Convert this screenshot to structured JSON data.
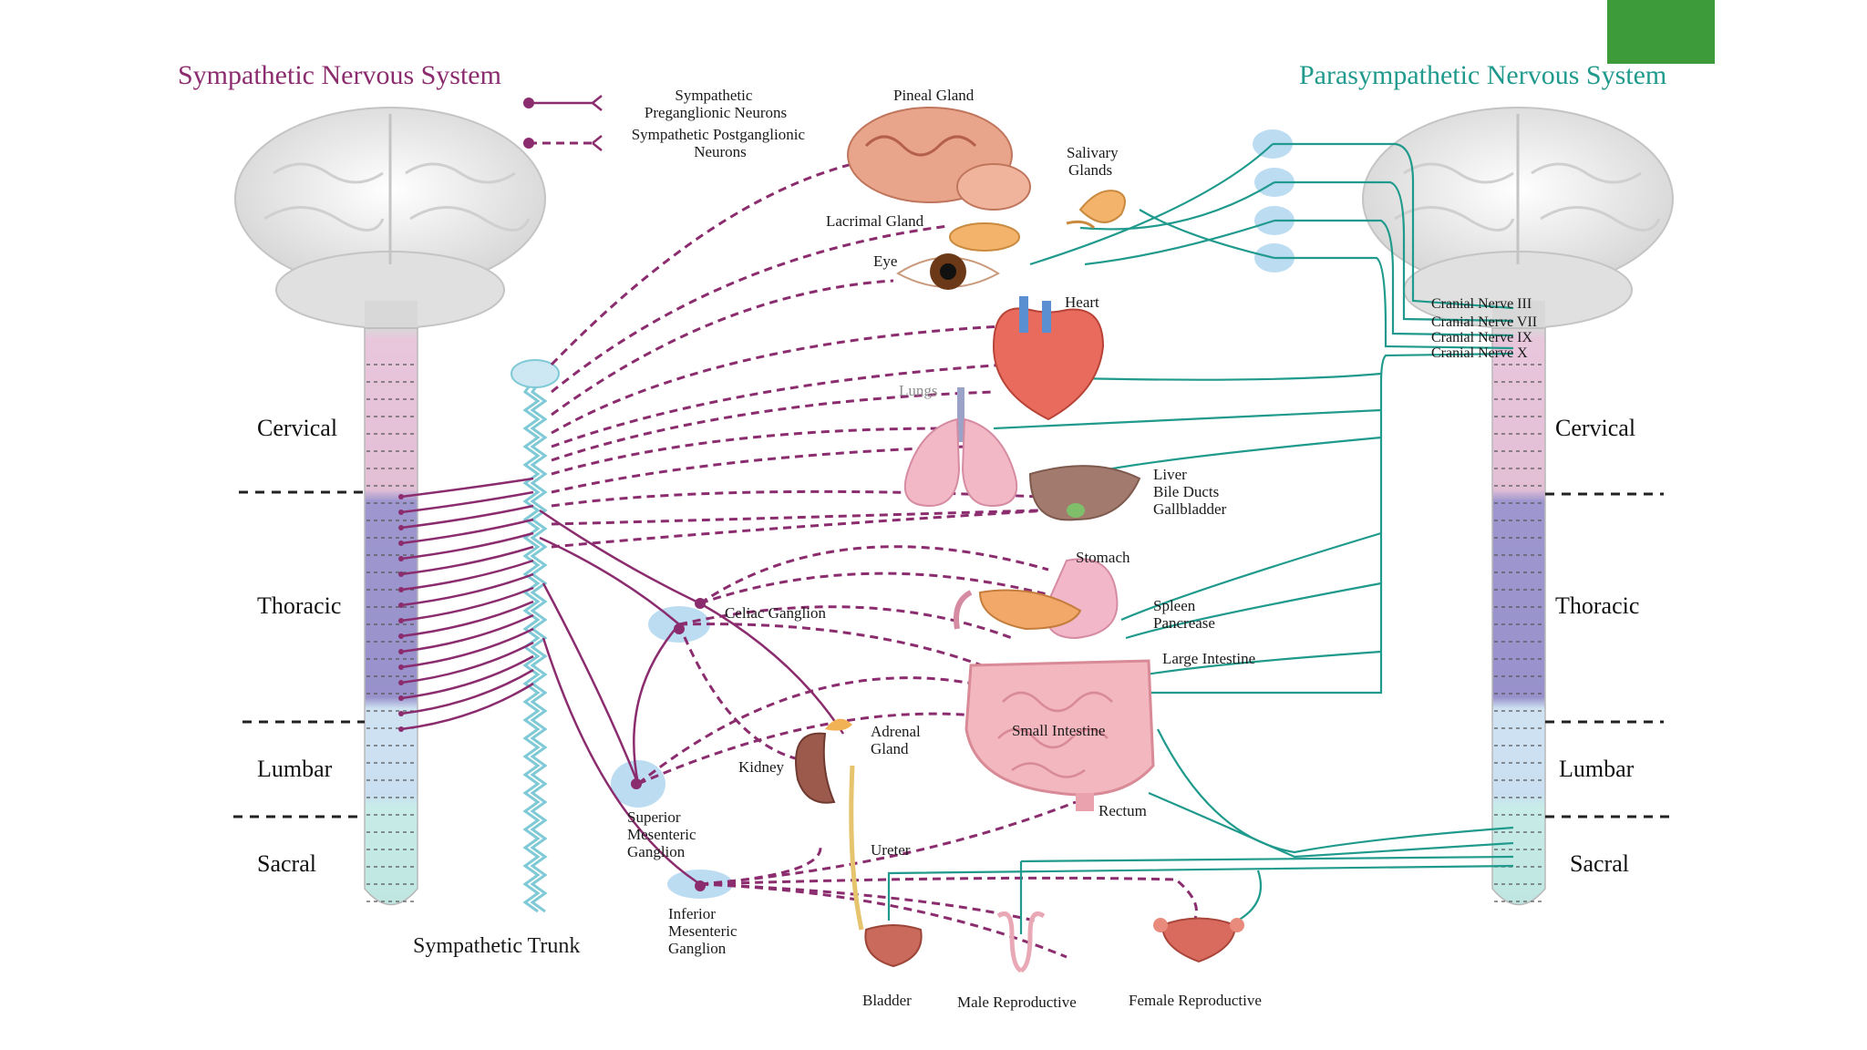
{
  "titles": {
    "sympathetic": "Sympathetic Nervous System",
    "parasympathetic": "Parasympathetic Nervous System"
  },
  "legend": {
    "preganglionic": "Sympathetic Preganglionic Neurons",
    "postganglionic": "Sympathetic Postganglionic Neurons"
  },
  "regions": {
    "cervical": "Cervical",
    "thoracic": "Thoracic",
    "lumbar": "Lumbar",
    "sacral": "Sacral"
  },
  "trunk_label": "Sympathetic Trunk",
  "ganglia": {
    "celiac": "Celiac Ganglion",
    "superior_mesenteric": "Superior Mesenteric Ganglion",
    "inferior_mesenteric": "Inferior Mesenteric Ganglion"
  },
  "organs": {
    "pineal": "Pineal Gland",
    "salivary": "Salivary Glands",
    "lacrimal": "Lacrimal Gland",
    "eye": "Eye",
    "heart": "Heart",
    "lungs": "Lungs",
    "liver": "Liver",
    "bile_ducts": "Bile Ducts",
    "gallbladder": "Gallbladder",
    "stomach": "Stomach",
    "spleen": "Spleen",
    "pancreas": "Pancrease",
    "large_intestine": "Large Intestine",
    "small_intestine": "Small Intestine",
    "adrenal": "Adrenal Gland",
    "kidney": "Kidney",
    "rectum": "Rectum",
    "ureter": "Ureter",
    "bladder": "Bladder",
    "male_repro": "Male Reproductive",
    "female_repro": "Female Reproductive"
  },
  "cranial_nerves": [
    "Cranial Nerve III",
    "Cranial Nerve VII",
    "Cranial Nerve IX",
    "Cranial Nerve X"
  ],
  "colors": {
    "sympathetic": "#8b2c6e",
    "parasympathetic": "#1f9a8c",
    "accent": "#3e9b3a",
    "cervical_band": "#e8c6dc",
    "thoracic_band": "#9e97cf",
    "lumbar_band": "#cfe2f2",
    "sacral_band": "#c8ece8"
  }
}
